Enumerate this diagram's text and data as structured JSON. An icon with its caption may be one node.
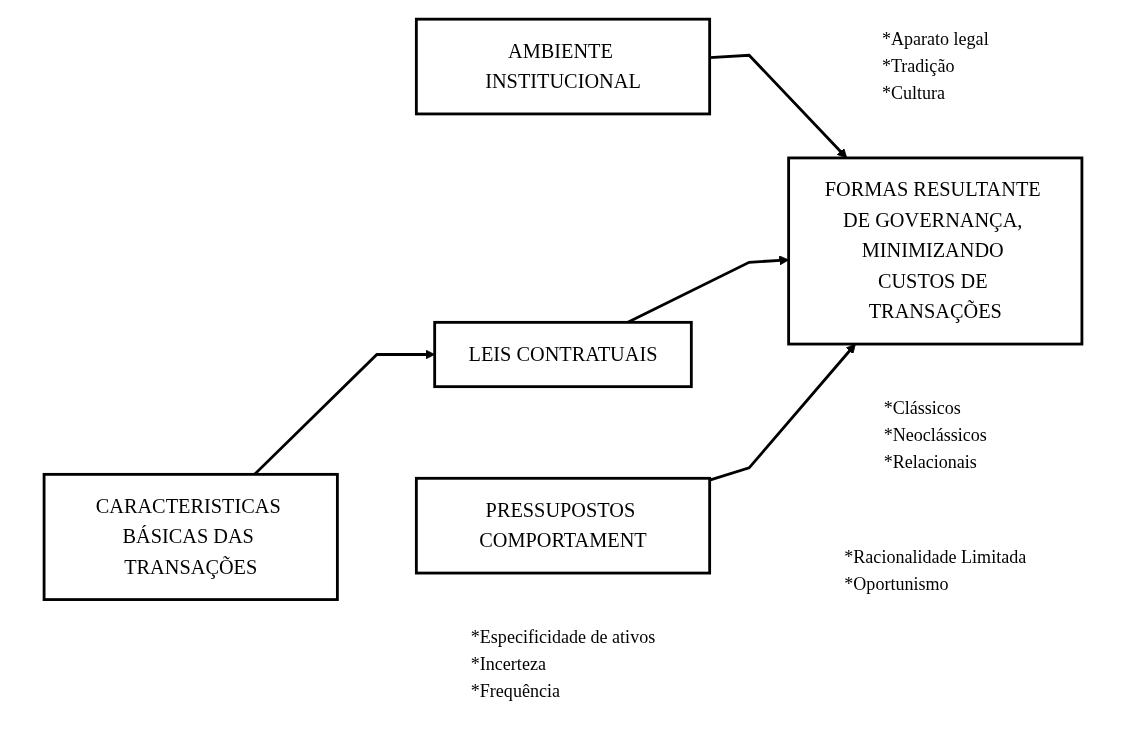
{
  "diagram": {
    "nodes": [
      {
        "text": [
          "CARACTERISTICAS BÁSICAS DAS TRANSAÇÕES"
        ],
        "beside": [
          "*Especificidade de ativos",
          "*Incerteza",
          "*Frequência"
        ]
      },
      {
        "text": [
          "AMBIENTE INSTITUCIONAL"
        ],
        "beside": [
          "*Aparato legal",
          "*Tradição",
          "*Cultura"
        ]
      },
      {
        "text": [
          "LEIS CONTRATUAIS"
        ],
        "beside": [
          "*Clássicos",
          "*Neoclássicos",
          "*Relacionais"
        ]
      },
      {
        "text": [
          "PRESSUPOSTOS COMPORTAMENT"
        ],
        "beside": [
          "*Racionalidade Limitada",
          "*Oportunismo"
        ]
      },
      {
        "text": [
          "FORMAS RESULTANTE DE GOVERNANÇA, MINIMIZANDO CUSTOS DE TRANSAÇÕES"
        ]
      }
    ],
    "edges": [
      {
        "from": 0,
        "to": 2,
        "arrow": "to"
      },
      {
        "from": 1,
        "to": 4,
        "arrow": "to"
      },
      {
        "from": 2,
        "to": 4,
        "arrow": "to"
      },
      {
        "from": 3,
        "to": 4,
        "arrow": "to"
      }
    ]
  }
}
